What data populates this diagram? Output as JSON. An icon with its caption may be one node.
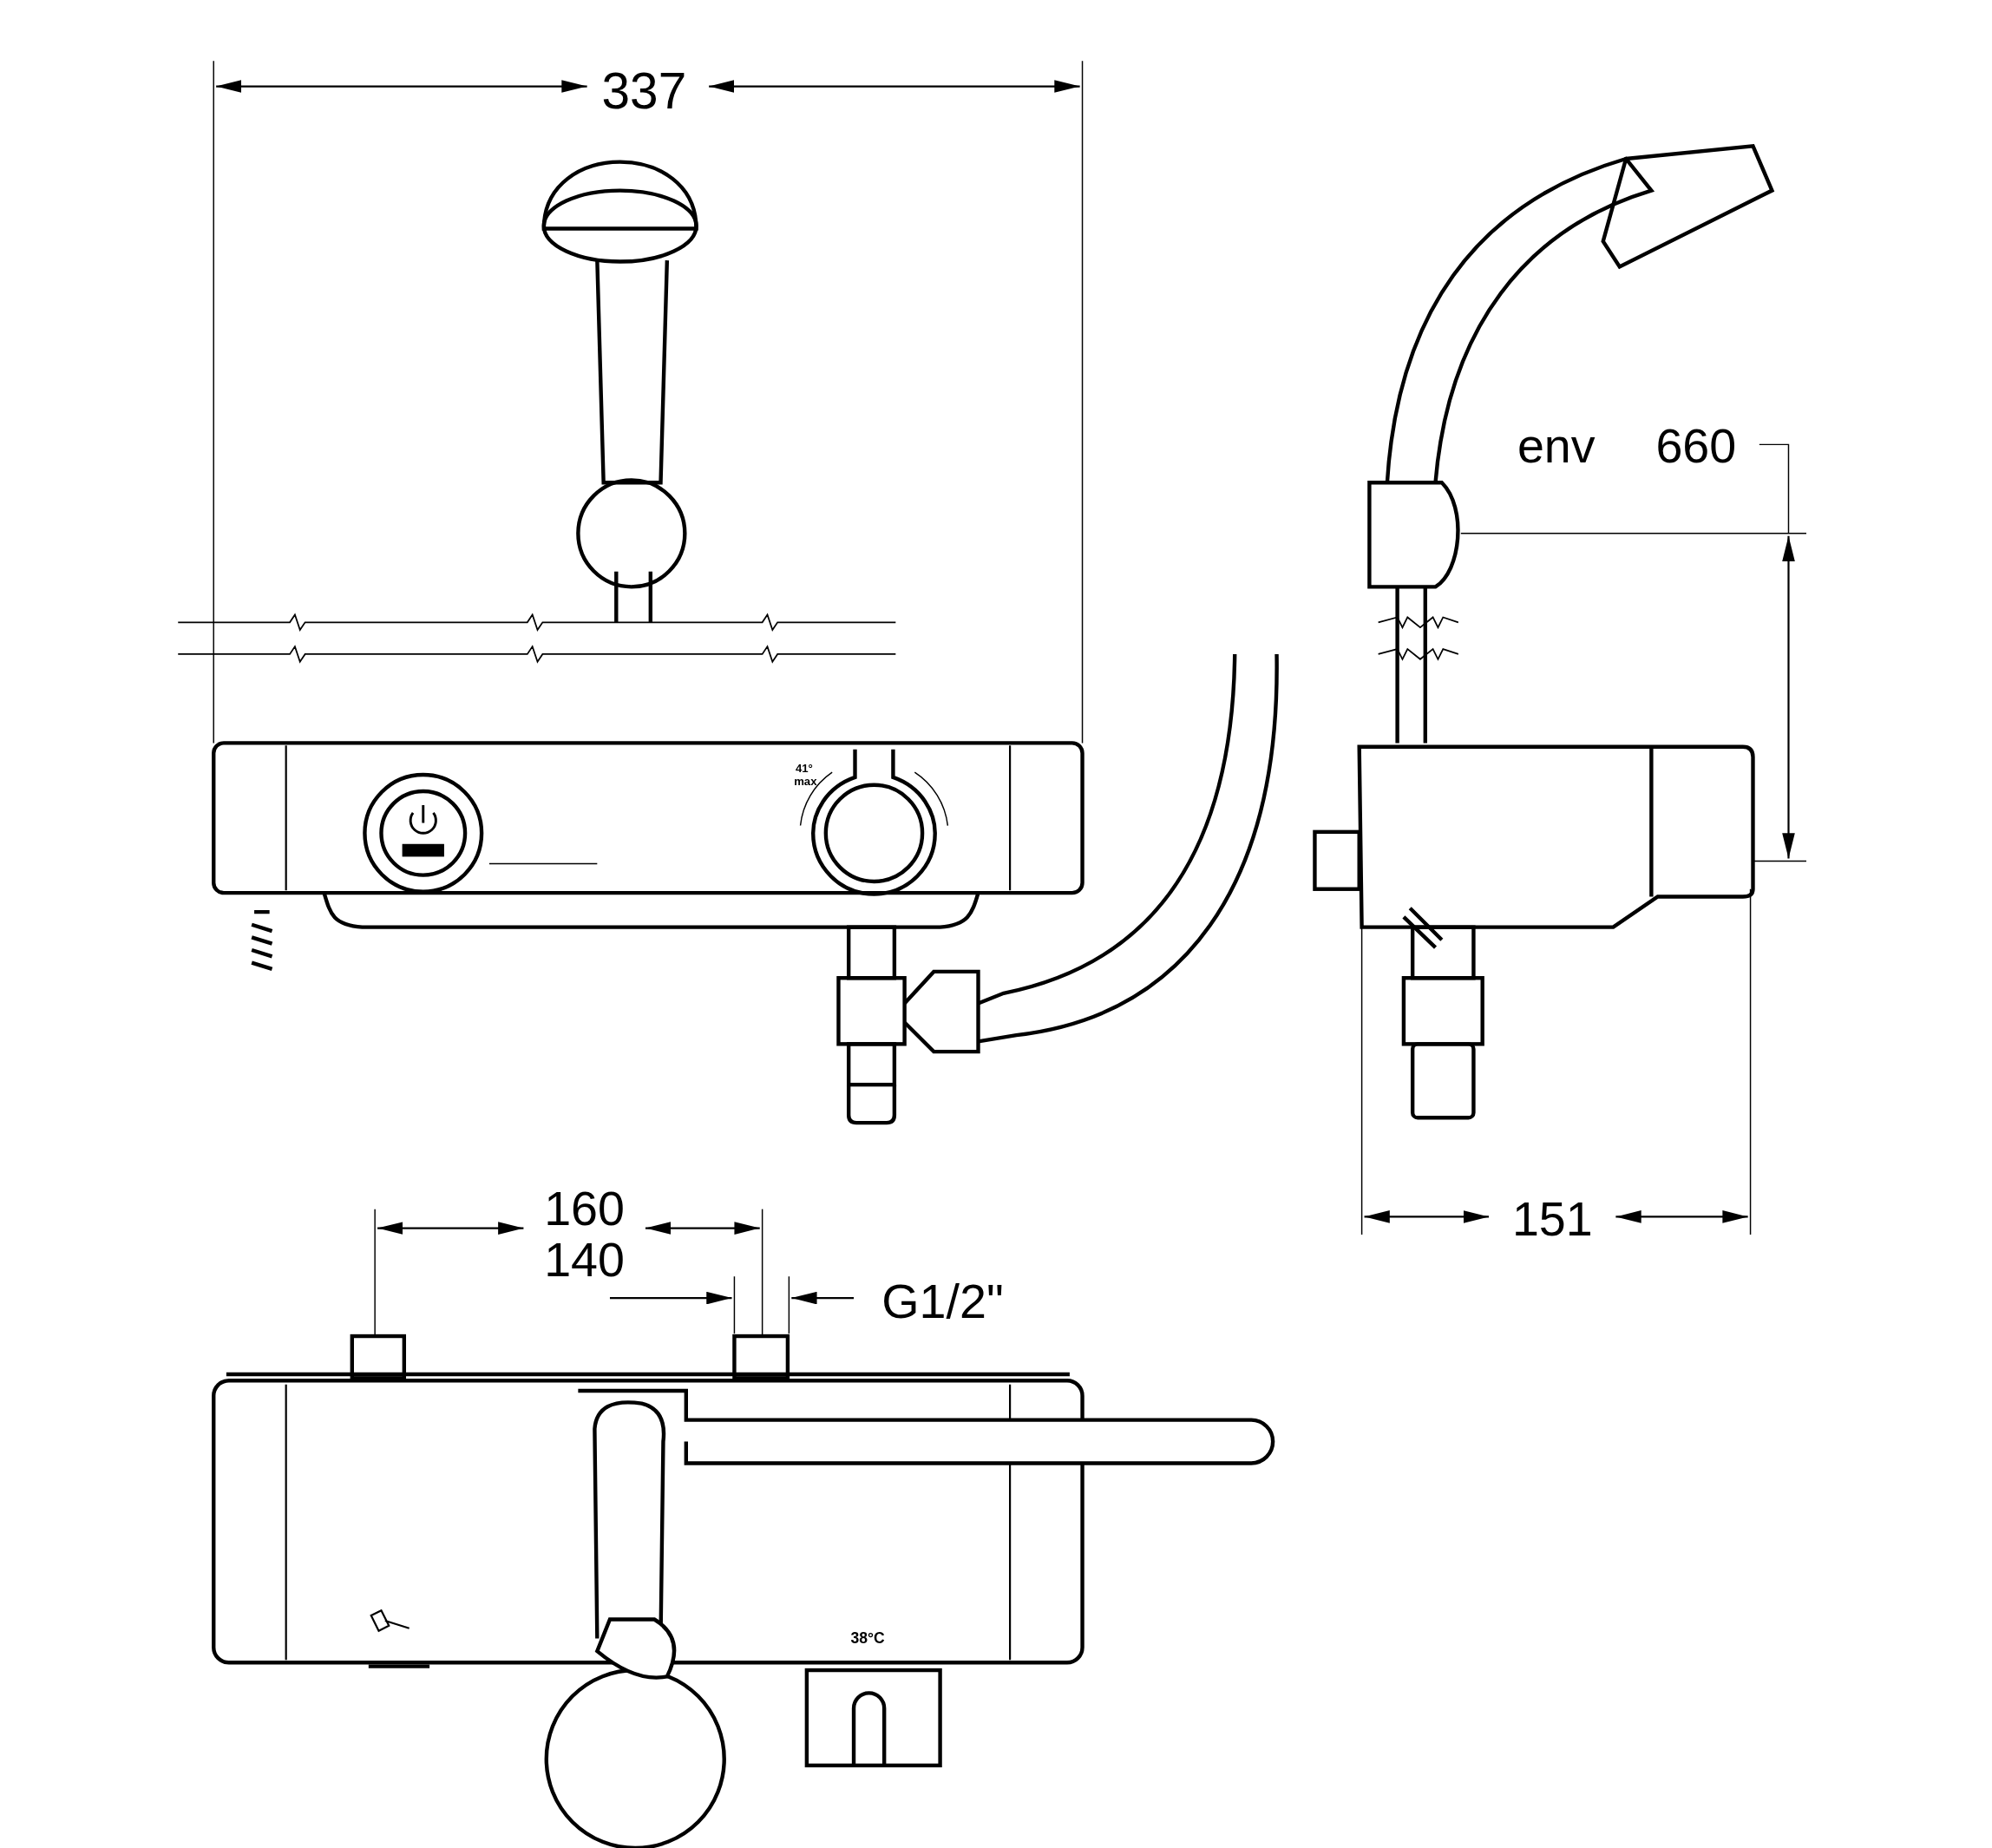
{
  "diagram": {
    "labels": [
      "337",
      "41°",
      "max",
      "env",
      "660",
      "151",
      "160",
      "140",
      "G1/2\"",
      "38°C"
    ]
  }
}
